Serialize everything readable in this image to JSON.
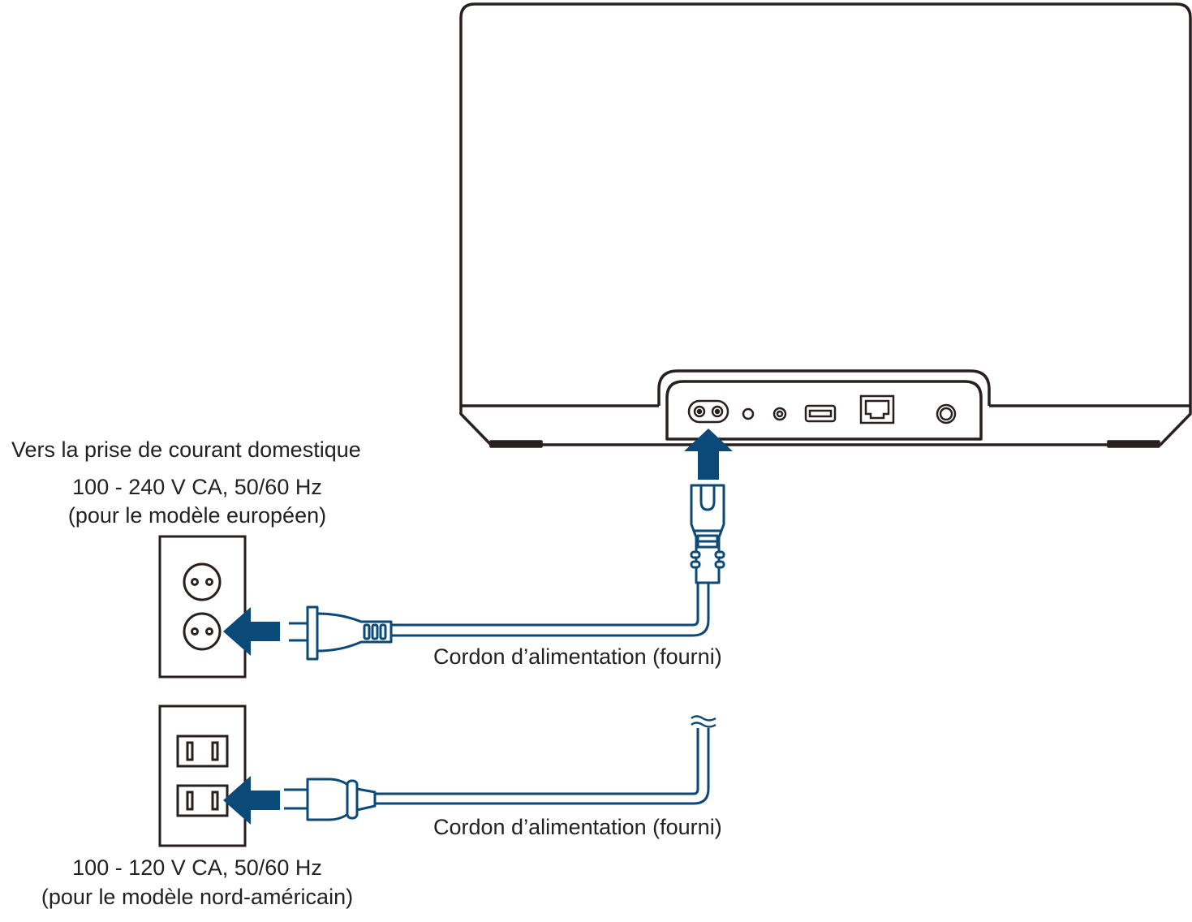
{
  "labels": {
    "destination": "Vers la prise de courant domestique",
    "eu_voltage": "100 - 240 V CA, 50/60 Hz",
    "eu_model": "(pour le modèle européen)",
    "eu_cord": "Cordon d’alimentation (fourni)",
    "na_cord": "Cordon d’alimentation (fourni)",
    "na_voltage": "100 - 120 V CA, 50/60 Hz",
    "na_model": "(pour le modèle nord-américain)"
  },
  "colors": {
    "outline": "#2a1f1f",
    "cable": "#0b4a78",
    "arrow": "#0b4a78",
    "text": "#222222"
  }
}
